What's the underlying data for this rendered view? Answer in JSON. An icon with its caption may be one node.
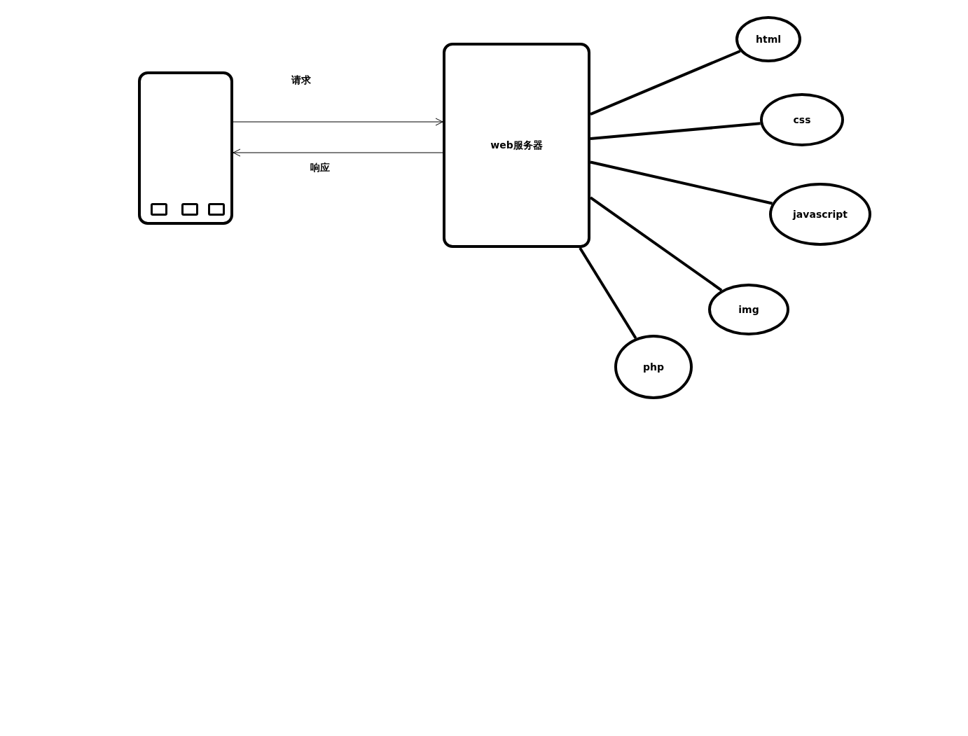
{
  "diagram": {
    "nodes": [
      {
        "text": [],
        "shape": "phone"
      },
      {
        "text": [
          "web服务器"
        ]
      },
      {
        "text": [
          "html"
        ]
      },
      {
        "text": [
          "css"
        ]
      },
      {
        "text": [
          "javascript"
        ]
      },
      {
        "text": [
          "img"
        ]
      },
      {
        "text": [
          "php"
        ]
      }
    ],
    "edges": [
      {
        "from": 0,
        "to": 1,
        "arrow": "to",
        "label": "请求"
      },
      {
        "from": 1,
        "to": 0,
        "arrow": "to",
        "label": "响应"
      },
      {
        "from": 1,
        "to": 2,
        "arrow": "none"
      },
      {
        "from": 1,
        "to": 3,
        "arrow": "none"
      },
      {
        "from": 1,
        "to": 4,
        "arrow": "none"
      },
      {
        "from": 1,
        "to": 5,
        "arrow": "none"
      },
      {
        "from": 1,
        "to": 6,
        "arrow": "none"
      }
    ]
  }
}
